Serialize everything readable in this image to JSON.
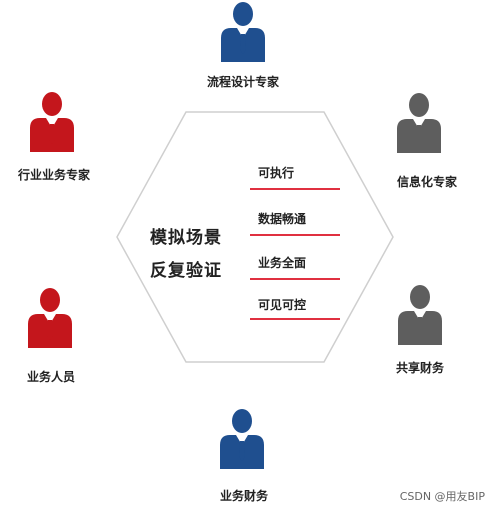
{
  "colors": {
    "blue": "#1f4f8f",
    "red": "#c4161c",
    "gray": "#5e5e5e",
    "line": "#e03040",
    "hexagon": "#cfcfcf"
  },
  "center": {
    "title_line1": "模拟场景",
    "title_line2": "反复验证",
    "items": [
      "可执行",
      "数据畅通",
      "业务全面",
      "可见可控"
    ]
  },
  "roles": [
    {
      "id": "process-design-expert",
      "label": "流程设计专家",
      "color": "blue",
      "icon": "person-icon"
    },
    {
      "id": "industry-business-expert",
      "label": "行业业务专家",
      "color": "red",
      "icon": "person-icon"
    },
    {
      "id": "informatization-expert",
      "label": "信息化专家",
      "color": "gray",
      "icon": "person-icon"
    },
    {
      "id": "business-staff",
      "label": "业务人员",
      "color": "red",
      "icon": "person-icon"
    },
    {
      "id": "shared-finance",
      "label": "共享财务",
      "color": "gray",
      "icon": "person-icon"
    },
    {
      "id": "business-finance",
      "label": "业务财务",
      "color": "blue",
      "icon": "person-icon"
    }
  ],
  "watermark": "CSDN @用友BIP"
}
